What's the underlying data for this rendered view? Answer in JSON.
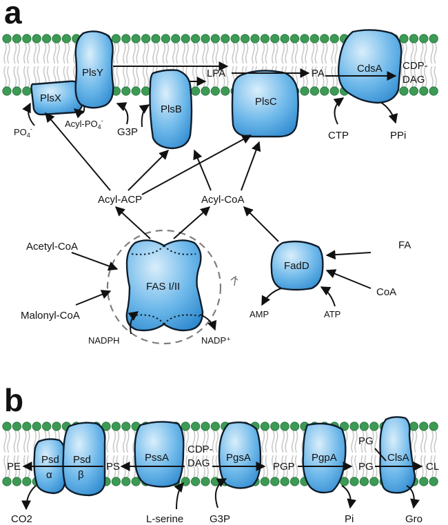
{
  "panels": {
    "a": "a",
    "b": "b"
  },
  "panel_a": {
    "enzymes": {
      "plsx": "PlsX",
      "plsy": "PlsY",
      "plsb": "PlsB",
      "plsc": "PlsC",
      "cdsa": "CdsA",
      "fas": "FAS I/II",
      "fadd": "FadD"
    },
    "metabolites": {
      "po4": "PO",
      "po4_sub": "4",
      "po4_sup": "-",
      "acyl_po4": "Acyl-PO",
      "acyl_po4_sub": "4",
      "acyl_po4_sup": "-",
      "g3p": "G3P",
      "lpa": "LPA",
      "pa": "PA",
      "cdp_dag_line1": "CDP-",
      "cdp_dag_line2": "DAG",
      "ctp": "CTP",
      "ppi": "PPi",
      "acyl_acp": "Acyl-ACP",
      "acyl_coa": "Acyl-CoA",
      "acetyl_coa": "Acetyl-CoA",
      "malonyl_coa": "Malonyl-CoA",
      "nadph": "NADPH",
      "nadp": "NADP⁺",
      "fa": "FA",
      "coa": "CoA",
      "amp": "AMP",
      "atp": "ATP"
    }
  },
  "panel_b": {
    "enzymes": {
      "psd_a_line1": "Psd",
      "psd_a_line2": "α",
      "psd_b_line1": "Psd",
      "psd_b_line2": "β",
      "pssa": "PssA",
      "pgsa": "PgsA",
      "pgpa": "PgpA",
      "clsa": "ClsA"
    },
    "metabolites": {
      "pe": "PE",
      "ps": "PS",
      "cdp_dag_line1": "CDP-",
      "cdp_dag_line2": "DAG",
      "pgp": "PGP",
      "pg1": "PG",
      "pg2": "PG",
      "cl": "CL",
      "co2": "CO2",
      "l_serine": "L-serine",
      "g3p": "G3P",
      "pi": "Pi",
      "gro": "Gro"
    }
  },
  "colors": {
    "membrane_head": "#3d9a55",
    "protein_light": "#cfe8f8",
    "protein_dark": "#2f8fd4",
    "outline": "#0e1d2b",
    "fas_dashed_circle": "#7d7d7d"
  }
}
